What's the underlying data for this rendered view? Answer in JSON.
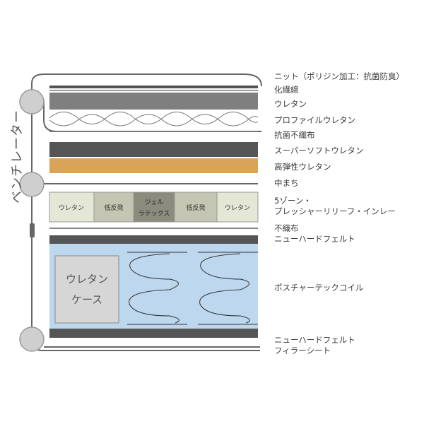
{
  "colors": {
    "frame": "#666666",
    "dark_layer": "#555555",
    "gray_layer": "#7f7f7f",
    "orange_layer": "#d9a45a",
    "pocket_bg": "#bcd7ee",
    "case_bg": "#d6d6d6",
    "circle": "#cfcfcf"
  },
  "side_label": "ベンチレーター",
  "layers": {
    "knit": "ニット（ポリジン加工：抗菌防臭）",
    "batting": "化繊綿",
    "urethane": "ウレタン",
    "profile_urethane": "プロファイルウレタン",
    "antibac_nonwoven": "抗菌不織布",
    "super_soft": "スーパーソフトウレタン",
    "high_resilience": "高弾性ウレタン",
    "nakamachi": "中まち",
    "zone_line1": "5ゾーン・",
    "zone_line2": "プレッシャーリリーフ・インレー",
    "nonwoven": "不織布",
    "new_hard_felt_top": "ニューハードフェルト",
    "pocket_coil": "ポスチャーテックコイル",
    "new_hard_felt_bottom": "ニューハードフェルト",
    "filler_sheet": "フィラーシート"
  },
  "zone_segments": [
    {
      "label": "ウレタン"
    },
    {
      "label": "低反発"
    },
    {
      "label_line1": "ジェル",
      "label_line2": "ラテックス"
    },
    {
      "label": "低反発"
    },
    {
      "label": "ウレタン"
    }
  ],
  "case_line1": "ウレタン",
  "case_line2": "ケース"
}
